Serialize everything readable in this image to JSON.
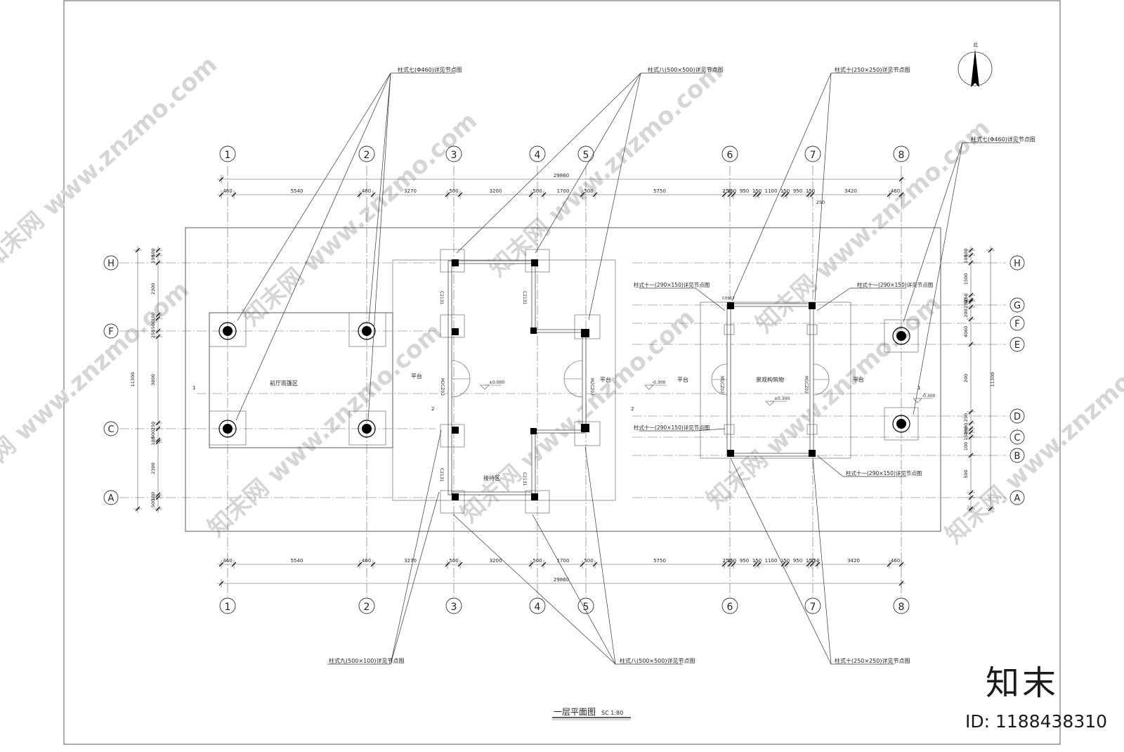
{
  "title": "一层平面图",
  "scale": "SC 1:80",
  "north_label": "北",
  "watermark": "知末网 www.znzmo.com",
  "brand": {
    "name": "知末",
    "id_text": "ID: 1188438310"
  },
  "grid_columns": [
    "1",
    "2",
    "3",
    "4",
    "5",
    "6",
    "7",
    "8"
  ],
  "grid_rows_left": [
    "H",
    "F",
    "C",
    "A"
  ],
  "grid_rows_right": [
    "H",
    "G",
    "F",
    "E",
    "D",
    "C",
    "B",
    "A"
  ],
  "dim_total": "29860",
  "dims_top": [
    "460",
    "5540",
    "460",
    "3270",
    "500",
    "3200",
    "500",
    "1700",
    "500",
    "5750",
    "250",
    "150",
    "950",
    "150",
    "1100",
    "150",
    "950",
    "150",
    "3420",
    "460"
  ],
  "dim_top_extra": "250",
  "dims_bottom": [
    "460",
    "5540",
    "460",
    "3270",
    "500",
    "3200",
    "500",
    "1700",
    "500",
    "5750",
    "250",
    "150",
    "950",
    "150",
    "1100",
    "150",
    "950",
    "150",
    "250",
    "3420",
    "460"
  ],
  "dims_left": [
    "500",
    "100",
    "2300",
    "100",
    "500",
    "250",
    "3800",
    "250",
    "500",
    "100",
    "2300",
    "100",
    "500"
  ],
  "dim_left_total": "11300",
  "dims_right": [
    "500",
    "100",
    "1500",
    "250",
    "50",
    "250",
    "200",
    "4060",
    "200",
    "250",
    "50",
    "250",
    "1500",
    "100",
    "500"
  ],
  "dim_right_total": "11300",
  "leaders": {
    "col7_top": "柱式七(Φ460)详见节点图",
    "col8_top": "柱式八(500×500)详见节点图",
    "col10_top": "柱式十(250×250)详见节点图",
    "col7_right": "柱式七(Φ460)详见节点图",
    "col11_a": "柱式十一(290×150)详见节点图",
    "col11_b": "柱式十一(290×150)详见节点图",
    "col11_c": "柱式十一(290×150)详见节点图",
    "col11_d": "柱式十一(290×150)详见节点图",
    "col9_bottom": "柱式九(500×100)详见节点图",
    "col8_bottom": "柱式八(500×500)详见节点图",
    "col10_bottom": "柱式十(250×250)详见节点图"
  },
  "rooms": {
    "left_canopy": "前厅雨篷区",
    "platform_a": "平台",
    "platform_b": "平台",
    "platform_c": "平台",
    "platform_d": "平台",
    "waiting": "接待区",
    "landscape": "景观构筑物"
  },
  "levels": {
    "l1": "±0.000",
    "l2": "-0.300",
    "l3": "±0.300",
    "l4": "-0.300"
  },
  "doors": {
    "m1": "M1CZ02",
    "m2": "M1CZ02",
    "m3": "M2CZ03",
    "m4": "M2CZ03"
  },
  "windows": {
    "w1": "C2131",
    "w2": "C2131",
    "w3": "C2131",
    "w4": "C2131",
    "w5": "C0917"
  },
  "section_marks": {
    "s1": "1",
    "s2": "2"
  }
}
